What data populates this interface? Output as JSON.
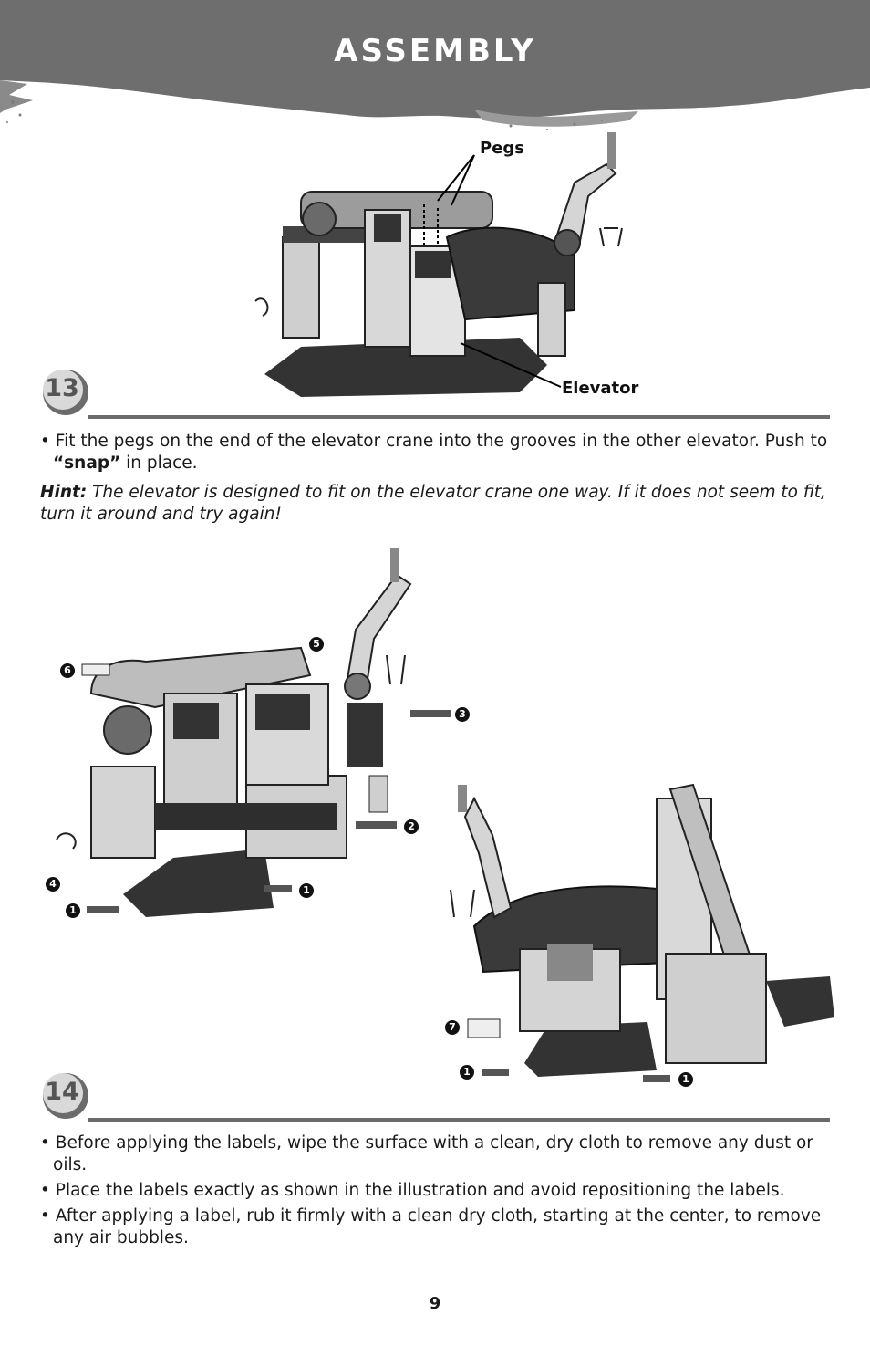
{
  "header": {
    "title": "ASSEMBLY"
  },
  "step13": {
    "number": "13",
    "callouts": {
      "pegs": "Pegs",
      "elevator": "Elevator"
    },
    "bullet_pre": "Fit the pegs on the end of the elevator crane into the grooves in the other elevator. Push to ",
    "bullet_bold": "“snap”",
    "bullet_post": " in place.",
    "hint_label": "Hint:",
    "hint_text": " The elevator is designed to fit on the elevator crane one way. If it does not seem to fit, turn it around and try again!"
  },
  "step14": {
    "number": "14",
    "bullets": [
      "Before applying the labels, wipe the surface with a clean, dry cloth to remove any dust or oils.",
      "Place the labels exactly as shown in the illustration and avoid repositioning the labels.",
      "After applying a label, rub it firmly with a clean dry cloth, starting at the center, to remove any air bubbles."
    ],
    "label_markers_left": [
      "1",
      "1",
      "2",
      "3",
      "4",
      "5",
      "6"
    ],
    "label_markers_right": [
      "1",
      "1",
      "7"
    ]
  },
  "page_number": "9",
  "colors": {
    "banner": "#6e6e6e",
    "rule": "#6b6b6b",
    "badge": "#d9d9d9"
  }
}
